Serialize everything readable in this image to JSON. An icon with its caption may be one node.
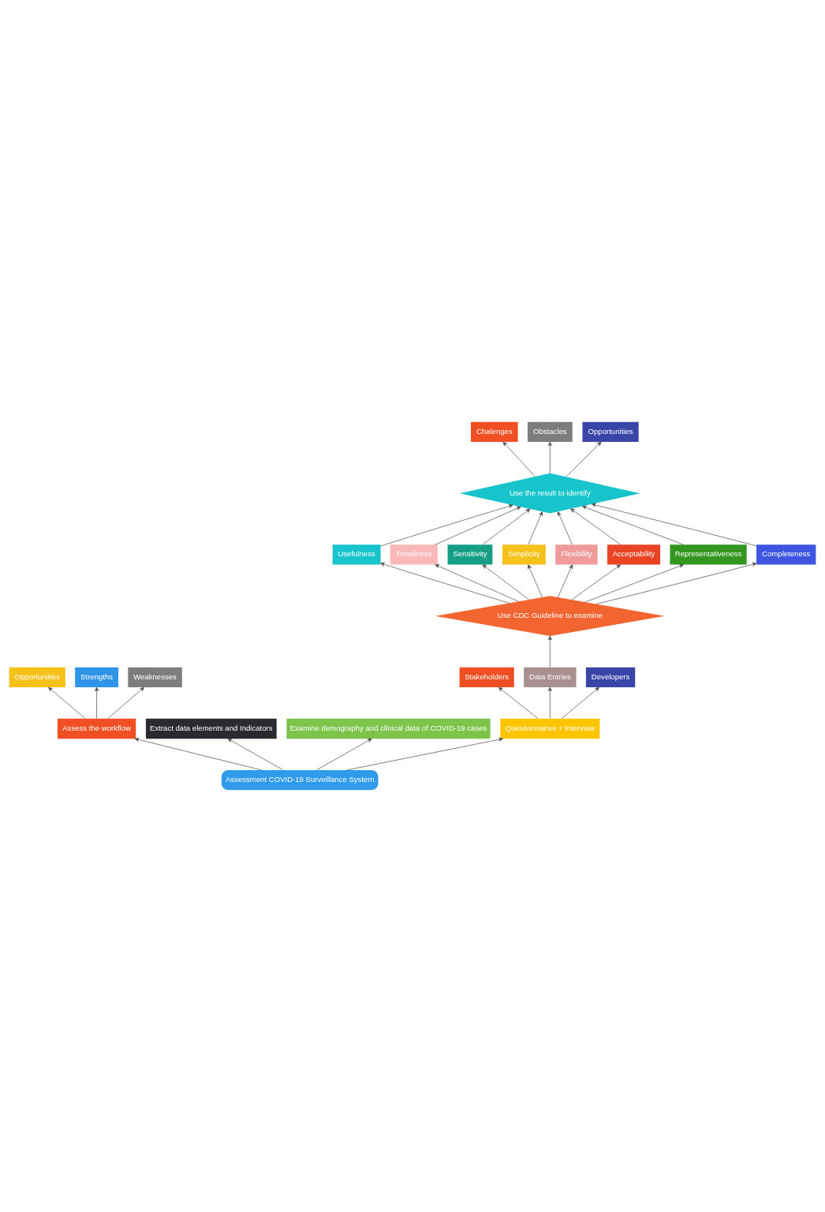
{
  "diagram": {
    "nodes": [
      {
        "text": [
          "Assessment COVID-19 Surveillance System"
        ]
      },
      {
        "text": [
          "Assess the workflow"
        ]
      },
      {
        "text": [
          "Extract data elements and Indicators"
        ]
      },
      {
        "text": [
          "Examine demography and clinical data of COVID-19 cases"
        ]
      },
      {
        "text": [
          "Questionnaires + Interview"
        ]
      },
      {
        "text": [
          "Opportunities"
        ]
      },
      {
        "text": [
          "Strengths"
        ]
      },
      {
        "text": [
          "Weaknesses"
        ]
      },
      {
        "text": [
          "Stakeholders"
        ]
      },
      {
        "text": [
          "Data Entries"
        ]
      },
      {
        "text": [
          "Developers"
        ]
      },
      {
        "text": [
          "Use CDC Guideline to examine"
        ]
      },
      {
        "text": [
          "Usefulness"
        ]
      },
      {
        "text": [
          "Timeliness"
        ]
      },
      {
        "text": [
          "Sensitivity"
        ]
      },
      {
        "text": [
          "Simplicity"
        ]
      },
      {
        "text": [
          "Flexibility"
        ]
      },
      {
        "text": [
          "Acceptability"
        ]
      },
      {
        "text": [
          "Representativeness"
        ]
      },
      {
        "text": [
          "Completeness"
        ]
      },
      {
        "text": [
          "Use the result to identify"
        ]
      },
      {
        "text": [
          "Chalenges"
        ]
      },
      {
        "text": [
          "Obstacles"
        ]
      },
      {
        "text": [
          "Opportunities"
        ]
      }
    ],
    "edges": [
      {
        "from": 0,
        "to": 1,
        "arrow": "to"
      },
      {
        "from": 0,
        "to": 2,
        "arrow": "to"
      },
      {
        "from": 0,
        "to": 3,
        "arrow": "to"
      },
      {
        "from": 0,
        "to": 4,
        "arrow": "to"
      },
      {
        "from": 1,
        "to": 5,
        "arrow": "to"
      },
      {
        "from": 1,
        "to": 6,
        "arrow": "to"
      },
      {
        "from": 1,
        "to": 7,
        "arrow": "to"
      },
      {
        "from": 4,
        "to": 8,
        "arrow": "to"
      },
      {
        "from": 4,
        "to": 9,
        "arrow": "to"
      },
      {
        "from": 4,
        "to": 10,
        "arrow": "to"
      },
      {
        "from": 9,
        "to": 11,
        "arrow": "to"
      },
      {
        "from": 11,
        "to": 12,
        "arrow": "to"
      },
      {
        "from": 11,
        "to": 13,
        "arrow": "to"
      },
      {
        "from": 11,
        "to": 14,
        "arrow": "to"
      },
      {
        "from": 11,
        "to": 15,
        "arrow": "to"
      },
      {
        "from": 11,
        "to": 16,
        "arrow": "to"
      },
      {
        "from": 11,
        "to": 17,
        "arrow": "to"
      },
      {
        "from": 11,
        "to": 18,
        "arrow": "to"
      },
      {
        "from": 11,
        "to": 19,
        "arrow": "to"
      },
      {
        "from": 12,
        "to": 20,
        "arrow": "to"
      },
      {
        "from": 13,
        "to": 20,
        "arrow": "to"
      },
      {
        "from": 14,
        "to": 20,
        "arrow": "to"
      },
      {
        "from": 15,
        "to": 20,
        "arrow": "to"
      },
      {
        "from": 16,
        "to": 20,
        "arrow": "to"
      },
      {
        "from": 17,
        "to": 20,
        "arrow": "to"
      },
      {
        "from": 18,
        "to": 20,
        "arrow": "to"
      },
      {
        "from": 19,
        "to": 20,
        "arrow": "to"
      },
      {
        "from": 20,
        "to": 21,
        "arrow": "to"
      },
      {
        "from": 20,
        "to": 22,
        "arrow": "to"
      },
      {
        "from": 20,
        "to": 23,
        "arrow": "to"
      }
    ]
  }
}
